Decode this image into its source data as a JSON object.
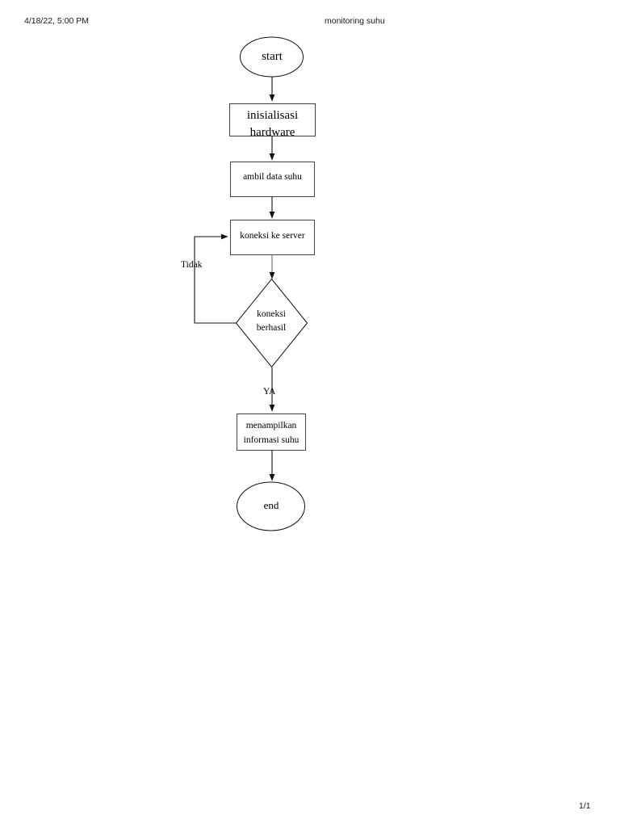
{
  "header": {
    "date": "4/18/22, 5:00 PM",
    "title": "monitoring suhu"
  },
  "footer": {
    "page_indicator": "1/1"
  },
  "diagram": {
    "title": "monitoring suhu",
    "type": "flowchart",
    "nodes": [
      {
        "id": "start",
        "shape": "ellipse",
        "label": "start"
      },
      {
        "id": "init",
        "shape": "rectangle",
        "label": "inisialisasi\nhardware"
      },
      {
        "id": "ambil",
        "shape": "rectangle",
        "label": "ambil data suhu"
      },
      {
        "id": "koneksi",
        "shape": "rectangle",
        "label": "koneksi ke server"
      },
      {
        "id": "cek",
        "shape": "diamond",
        "label": "koneksi\nberhasil"
      },
      {
        "id": "tampil",
        "shape": "rectangle",
        "label": "menampilkan\ninformasi suhu"
      },
      {
        "id": "end",
        "shape": "ellipse",
        "label": "end"
      }
    ],
    "edges": [
      {
        "from": "start",
        "to": "init",
        "label": ""
      },
      {
        "from": "init",
        "to": "ambil",
        "label": ""
      },
      {
        "from": "ambil",
        "to": "koneksi",
        "label": ""
      },
      {
        "from": "koneksi",
        "to": "cek",
        "label": ""
      },
      {
        "from": "cek",
        "to": "koneksi",
        "label": "Tidak"
      },
      {
        "from": "cek",
        "to": "tampil",
        "label": "YA"
      },
      {
        "from": "tampil",
        "to": "end",
        "label": ""
      }
    ],
    "colors": {
      "stroke": "#000000",
      "fill": "#ffffff",
      "text": "#000000"
    }
  }
}
